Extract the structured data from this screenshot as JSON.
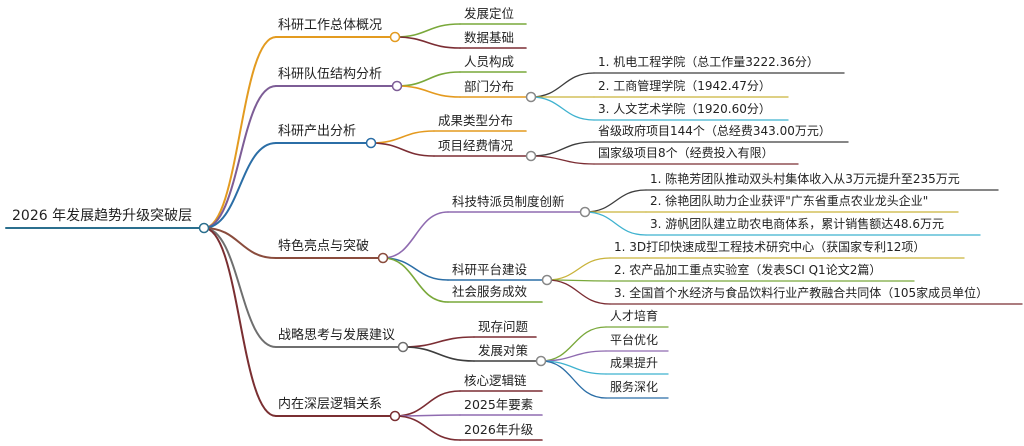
{
  "colors": {
    "root": "#2b6f8e",
    "branches": [
      "#e39b20",
      "#7d5d96",
      "#2b6ea6",
      "#8a4c3d",
      "#6f6f6f",
      "#7a2f32"
    ],
    "sub": [
      "#e49a1f",
      "#79a83a",
      "#7b2d33",
      "#c9b33a",
      "#8f6bb0",
      "#3fb2cf",
      "#3d3d3d"
    ]
  },
  "root": {
    "label": "2026 年发展趋势升级突破层",
    "children": [
      {
        "label": "科研工作总体概况",
        "children": [
          {
            "label": "发展定位",
            "children": []
          },
          {
            "label": "数据基础",
            "children": []
          }
        ]
      },
      {
        "label": "科研队伍结构分析",
        "children": [
          {
            "label": "人员构成",
            "children": []
          },
          {
            "label": "部门分布",
            "children": [
              {
                "label": "1. 机电工程学院（总工作量3222.36分）"
              },
              {
                "label": "2. 工商管理学院（1942.47分）"
              },
              {
                "label": "3. 人文艺术学院（1920.60分）"
              }
            ]
          }
        ]
      },
      {
        "label": "科研产出分析",
        "children": [
          {
            "label": "成果类型分布",
            "children": []
          },
          {
            "label": "项目经费情况",
            "children": [
              {
                "label": "省级政府项目144个（总经费343.00万元）"
              },
              {
                "label": "国家级项目8个（经费投入有限）"
              }
            ]
          }
        ]
      },
      {
        "label": "特色亮点与突破",
        "children": [
          {
            "label": "科技特派员制度创新",
            "children": [
              {
                "label": "1. 陈艳芳团队推动双头村集体收入从3万元提升至235万元"
              },
              {
                "label": "2. 徐艳团队助力企业获评\"广东省重点农业龙头企业\""
              },
              {
                "label": "3. 游帆团队建立助农电商体系，累计销售额达48.6万元"
              }
            ]
          },
          {
            "label": "科研平台建设",
            "children": [
              {
                "label": "1. 3D打印快速成型工程技术研究中心（获国家专利12项）"
              },
              {
                "label": "2. 农产品加工重点实验室（发表SCI Q1论文2篇）"
              },
              {
                "label": "3. 全国首个水经济与食品饮料行业产教融合共同体（105家成员单位）"
              }
            ]
          },
          {
            "label": "社会服务成效",
            "children": []
          }
        ]
      },
      {
        "label": "战略思考与发展建议",
        "children": [
          {
            "label": "现存问题",
            "children": []
          },
          {
            "label": "发展对策",
            "children": [
              {
                "label": "人才培育"
              },
              {
                "label": "平台优化"
              },
              {
                "label": "成果提升"
              },
              {
                "label": "服务深化"
              }
            ]
          }
        ]
      },
      {
        "label": "内在深层逻辑关系",
        "children": [
          {
            "label": "核心逻辑链",
            "children": []
          },
          {
            "label": "2025年要素",
            "children": []
          },
          {
            "label": "2026年升级",
            "children": []
          }
        ]
      }
    ]
  }
}
